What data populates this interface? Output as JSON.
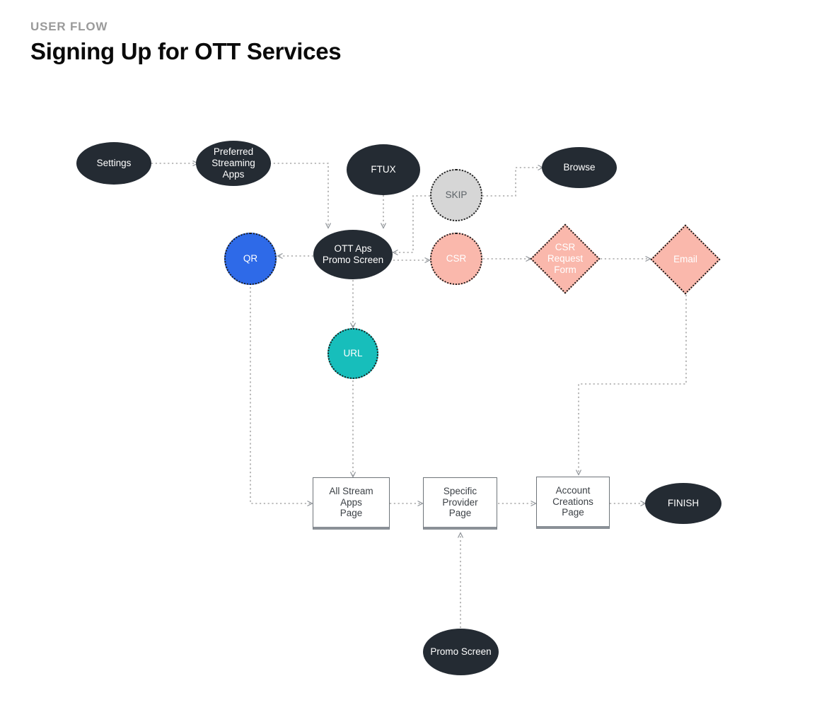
{
  "header": {
    "eyebrow": "USER FLOW",
    "title": "Signing Up for OTT Services"
  },
  "colors": {
    "dark_node": "#242b33",
    "blue_node": "#2e6ae8",
    "teal_node": "#17bebb",
    "salmon_node": "#fab8ac",
    "gray_node": "#d6d6d6",
    "rect_fill": "#ffffff",
    "rect_border": "#6e7479",
    "edge": "#9a9a9a",
    "eyebrow_text": "#9a9a9a",
    "title_text": "#0a0a0a"
  },
  "diagram": {
    "type": "flowchart",
    "nodes": [
      {
        "id": "settings",
        "label": "Settings",
        "shape": "ellipse",
        "style": "dark"
      },
      {
        "id": "preferred",
        "label": "Preferred\nStreaming\nApps",
        "shape": "ellipse",
        "style": "dark"
      },
      {
        "id": "ftux",
        "label": "FTUX",
        "shape": "ellipse",
        "style": "dark"
      },
      {
        "id": "skip",
        "label": "SKIP",
        "shape": "circle",
        "style": "gray"
      },
      {
        "id": "browse",
        "label": "Browse",
        "shape": "ellipse",
        "style": "dark"
      },
      {
        "id": "qr",
        "label": "QR",
        "shape": "circle",
        "style": "blue"
      },
      {
        "id": "ott_promo",
        "label": "OTT Aps\nPromo Screen",
        "shape": "ellipse",
        "style": "dark"
      },
      {
        "id": "csr",
        "label": "CSR",
        "shape": "circle",
        "style": "salmon"
      },
      {
        "id": "csr_request",
        "label": "CSR\nRequest\nForm",
        "shape": "diamond",
        "style": "salmon"
      },
      {
        "id": "email",
        "label": "Email",
        "shape": "diamond",
        "style": "salmon"
      },
      {
        "id": "url",
        "label": "URL",
        "shape": "circle",
        "style": "teal"
      },
      {
        "id": "all_stream",
        "label": "All  Stream\nApps\nPage",
        "shape": "rect",
        "style": "plain"
      },
      {
        "id": "specific",
        "label": "Specific\nProvider\nPage",
        "shape": "rect",
        "style": "plain"
      },
      {
        "id": "account",
        "label": "Account\nCreations\nPage",
        "shape": "rect",
        "style": "plain"
      },
      {
        "id": "finish",
        "label": "FINISH",
        "shape": "ellipse",
        "style": "dark"
      },
      {
        "id": "promo_screen",
        "label": "Promo Screen",
        "shape": "ellipse",
        "style": "dark"
      }
    ],
    "edges": [
      {
        "from": "settings",
        "to": "preferred"
      },
      {
        "from": "preferred",
        "to": "ott_promo"
      },
      {
        "from": "ftux",
        "to": "ott_promo"
      },
      {
        "from": "skip",
        "to": "browse"
      },
      {
        "from": "skip",
        "to": "ott_promo"
      },
      {
        "from": "ott_promo",
        "to": "qr"
      },
      {
        "from": "ott_promo",
        "to": "csr"
      },
      {
        "from": "ott_promo",
        "to": "url"
      },
      {
        "from": "csr",
        "to": "csr_request"
      },
      {
        "from": "csr_request",
        "to": "email"
      },
      {
        "from": "email",
        "to": "account"
      },
      {
        "from": "qr",
        "to": "all_stream"
      },
      {
        "from": "url",
        "to": "all_stream"
      },
      {
        "from": "all_stream",
        "to": "specific"
      },
      {
        "from": "specific",
        "to": "account"
      },
      {
        "from": "account",
        "to": "finish"
      },
      {
        "from": "promo_screen",
        "to": "specific"
      }
    ]
  }
}
